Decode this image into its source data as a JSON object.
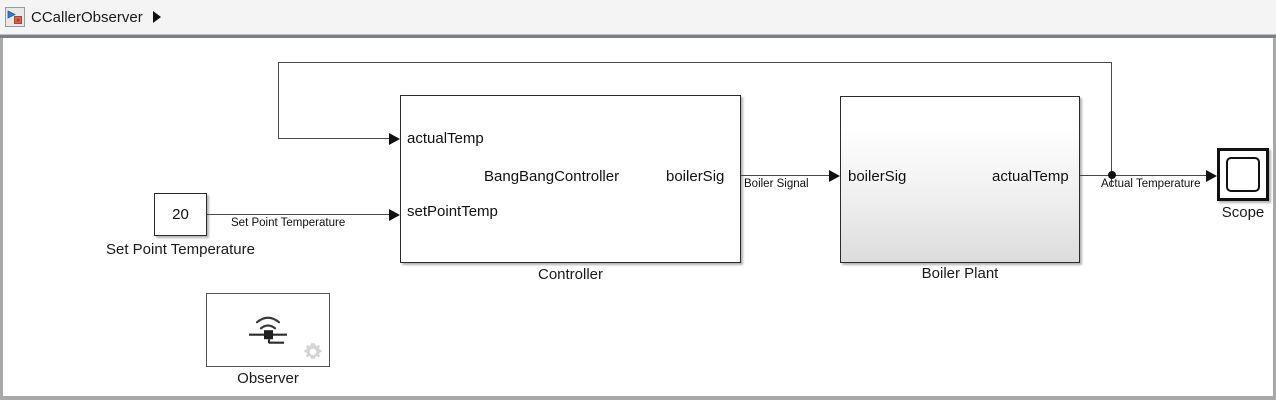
{
  "window": {
    "title": "CCallerObserver",
    "breadcrumb_icon": "simulink-model-icon",
    "breadcrumb_arrow_icon": "play-triangle-icon"
  },
  "canvas": {
    "blocks": [
      {
        "id": "setpoint-const",
        "name": "Set Point Temperature",
        "value": "20",
        "type": "constant"
      },
      {
        "id": "controller",
        "name": "Controller",
        "type": "subsystem",
        "inner_label": "BangBangController",
        "inputs": [
          "actualTemp",
          "setPointTemp"
        ],
        "outputs": [
          "boilerSig"
        ]
      },
      {
        "id": "boiler-plant",
        "name": "Boiler Plant",
        "type": "subsystem",
        "inputs": [
          "boilerSig"
        ],
        "outputs": [
          "actualTemp"
        ]
      },
      {
        "id": "scope",
        "name": "Scope",
        "type": "scope"
      },
      {
        "id": "observer",
        "name": "Observer",
        "type": "observer",
        "glyph_icon": "signal-probe-icon",
        "badge_icon": "gear-icon"
      }
    ],
    "signals": [
      {
        "id": "setpoint-signal",
        "label": "Set Point Temperature"
      },
      {
        "id": "boiler-signal",
        "label": "Boiler Signal"
      },
      {
        "id": "actual-temperature-signal",
        "label": "Actual Temperature"
      }
    ]
  },
  "colors": {
    "canvas_background": "#ffffff",
    "block_border": "#2b2b2b",
    "wire": "#4a4a4a",
    "text": "#111111",
    "frame_border": "#a8a8a8",
    "breadcrumb_background": "#f4f4f4"
  }
}
